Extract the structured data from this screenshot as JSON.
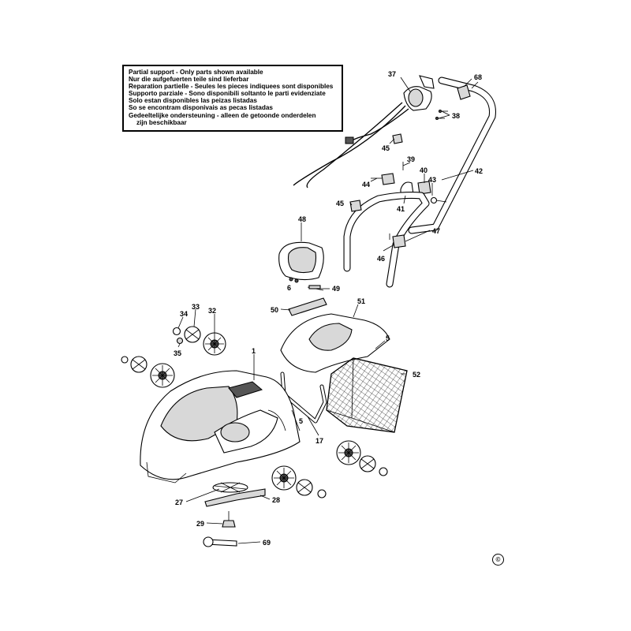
{
  "notice": {
    "lines": [
      "Partial support - Only parts shown available",
      "Nur die aufgefuerten teile sind lieferbar",
      "Reparation partielle - Seules les pieces indiquees sont disponibles",
      "Supporto parziale - Sono disponibili soltanto le parti evidenziate",
      "Solo estan disponibles las peizas listadas",
      "So se encontram disponivais as pecas listadas",
      "Gedeeltelijke ondersteuning - alleen de getoonde onderdelen",
      "zijn beschikbaar"
    ]
  },
  "labels": {
    "p1": "1",
    "p5a": "5",
    "p5b": "5",
    "p6": "6",
    "p17": "17",
    "p27": "27",
    "p28": "28",
    "p29": "29",
    "p32": "32",
    "p33": "33",
    "p34": "34",
    "p35": "35",
    "p37": "37",
    "p38": "38",
    "p39": "39",
    "p40": "40",
    "p41": "41",
    "p42": "42",
    "p43": "43",
    "p44": "44",
    "p45a": "45",
    "p45b": "45",
    "p46": "46",
    "p47": "47",
    "p48": "48",
    "p49": "49",
    "p50": "50",
    "p51": "51",
    "p52": "52",
    "p68": "68",
    "p69": "69"
  },
  "copyright_symbol": "©"
}
